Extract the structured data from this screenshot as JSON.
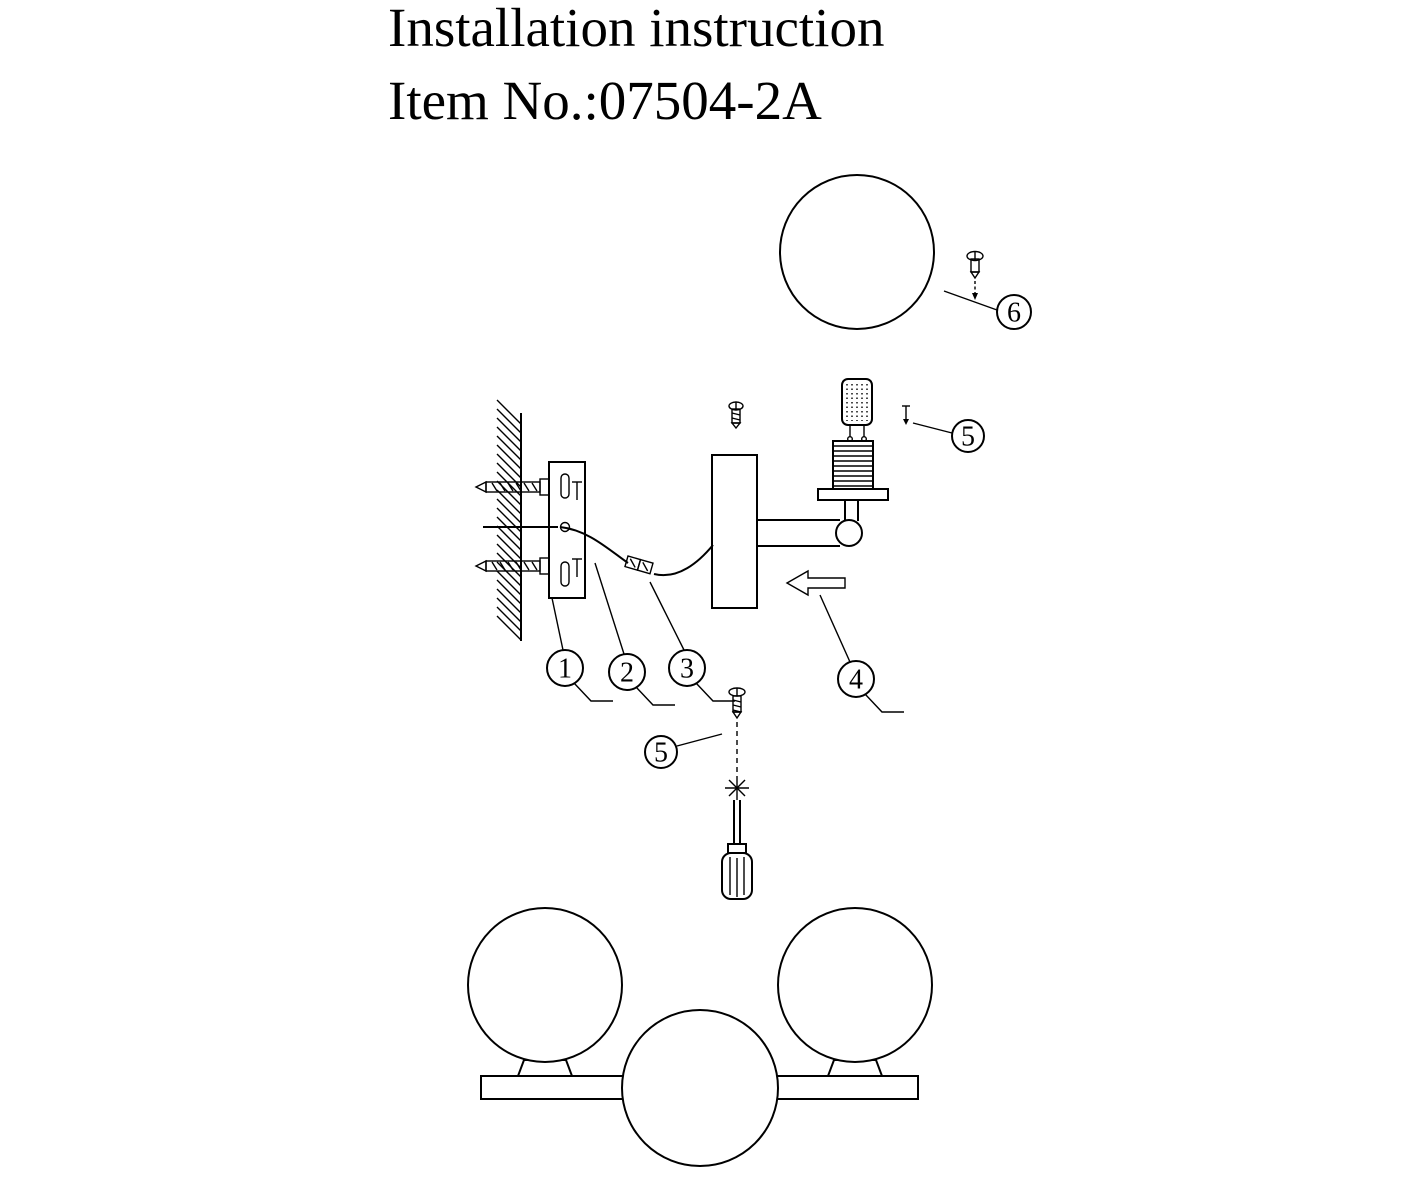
{
  "page": {
    "kind": "installation-instruction-diagram",
    "colors": {
      "ink": "#000000",
      "background": "#ffffff"
    }
  },
  "title": {
    "line1": "Installation instruction",
    "line2": "Item No.:07504-2A"
  },
  "callouts": {
    "n1": "1",
    "n2": "2",
    "n3": "3",
    "n4": "4",
    "n5_socket": "5",
    "n5_canopy": "5",
    "n6": "6"
  }
}
